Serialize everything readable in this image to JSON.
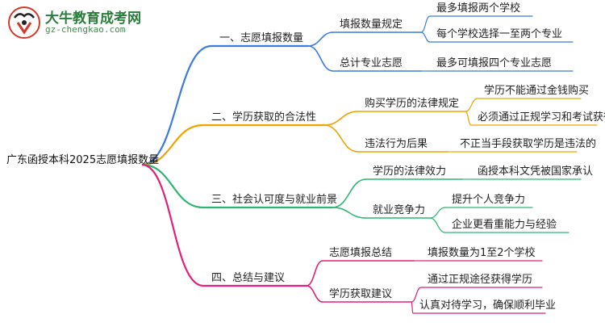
{
  "logo": {
    "title": "大牛教育成考网",
    "url": "gz-chengkao.com"
  },
  "root": "广东函授本科2025志愿填报数量",
  "branches": [
    {
      "label": "一、志愿填报数量",
      "color": "#3b7be0",
      "children": [
        {
          "label": "填报数量规定",
          "leaves": [
            "最多填报两个学校",
            "每个学校选择一至两个专业"
          ]
        },
        {
          "label": "总计专业志愿",
          "leaves": [
            "最多可填报四个专业志愿"
          ]
        }
      ]
    },
    {
      "label": "二、学历获取的合法性",
      "color": "#f0a300",
      "children": [
        {
          "label": "购买学历的法律规定",
          "leaves": [
            "学历不能通过金钱购买",
            "必须通过正规学习和考试获得"
          ]
        },
        {
          "label": "违法行为后果",
          "leaves": [
            "不正当手段获取学历是违法的"
          ]
        }
      ]
    },
    {
      "label": "三、社会认可度与就业前景",
      "color": "#2bb673",
      "children": [
        {
          "label": "学历的法律效力",
          "leaves": [
            "函授本科文凭被国家承认"
          ]
        },
        {
          "label": "就业竞争力",
          "leaves": [
            "提升个人竞争力",
            "企业更看重能力与经验"
          ]
        }
      ]
    },
    {
      "label": "四、总结与建议",
      "color": "#e0207a",
      "children": [
        {
          "label": "志愿填报总结",
          "leaves": [
            "填报数量为1至2个学校"
          ]
        },
        {
          "label": "学历获取建议",
          "leaves": [
            "通过正规途径获得学历",
            "认真对待学习，确保顺利毕业"
          ]
        }
      ]
    }
  ]
}
